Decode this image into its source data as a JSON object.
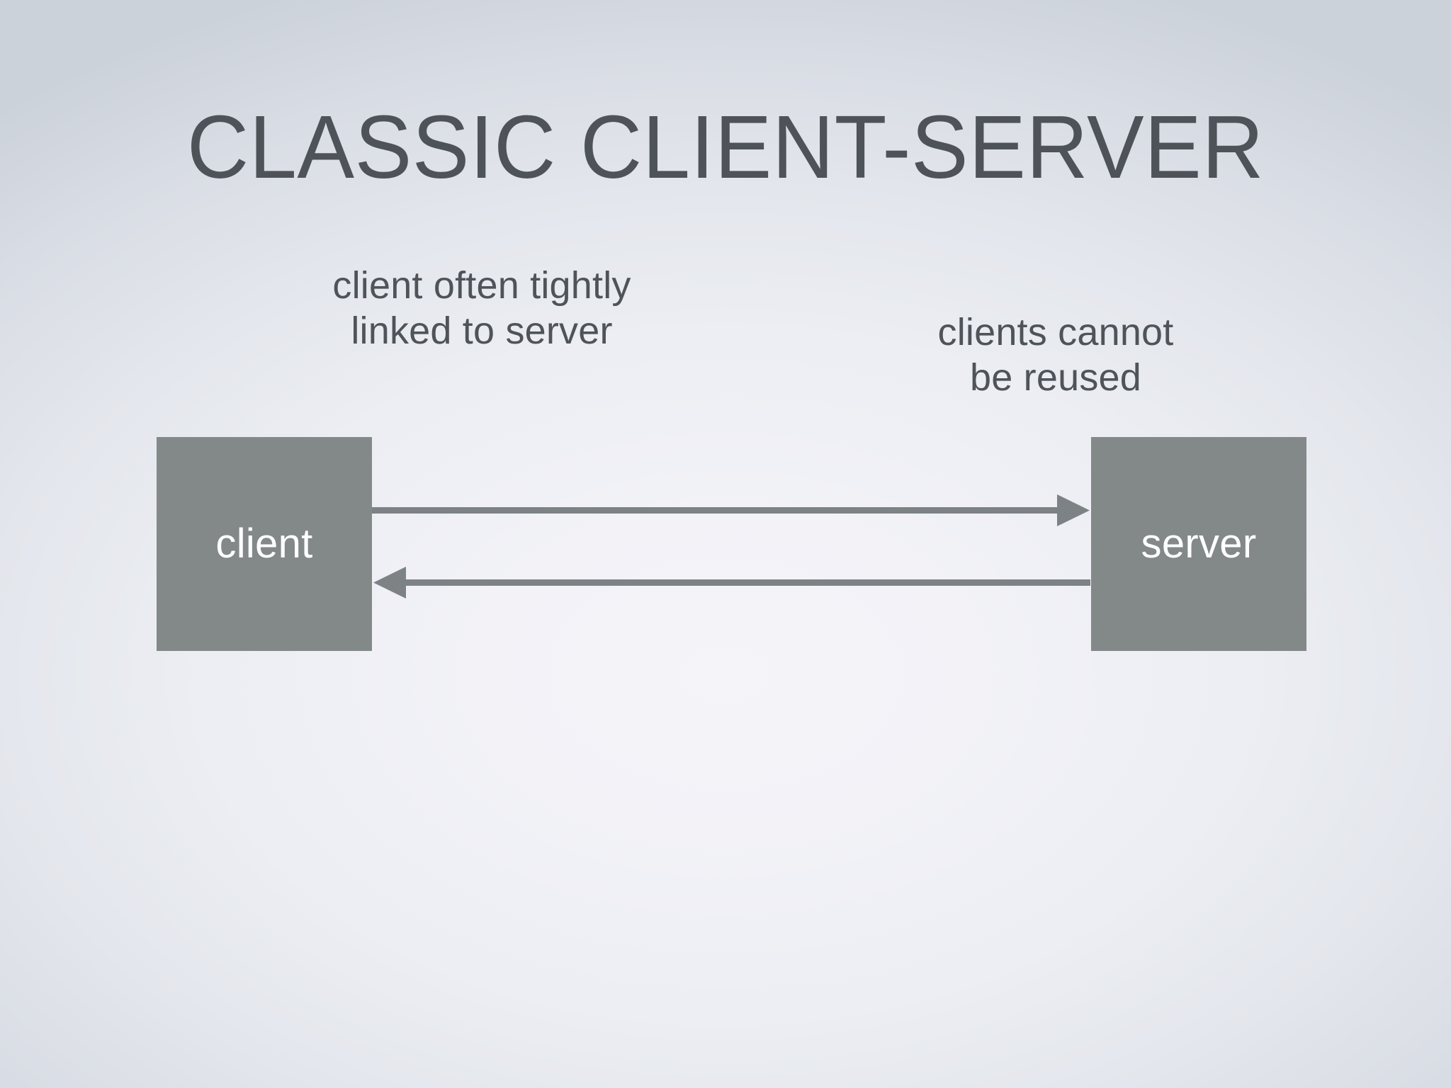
{
  "slide": {
    "title": "CLASSIC CLIENT-SERVER",
    "background_center_color": "#f4f3f8",
    "background_edge_color": "#ccd2da",
    "title_color": "#4e5359"
  },
  "annotations": {
    "left": {
      "line1": "client often tightly",
      "line2": "linked to server",
      "color": "#4f545a"
    },
    "right": {
      "line1": "clients cannot",
      "line2": "be reused",
      "color": "#4f545a"
    }
  },
  "diagram": {
    "nodes": [
      {
        "id": "client",
        "label": "client",
        "fill": "#828988",
        "label_color": "#ffffff"
      },
      {
        "id": "server",
        "label": "server",
        "fill": "#828988",
        "label_color": "#ffffff"
      }
    ],
    "arrows": [
      {
        "id": "request",
        "from": "client",
        "to": "server",
        "direction": "right",
        "color": "#7d8285"
      },
      {
        "id": "response",
        "from": "server",
        "to": "client",
        "direction": "left",
        "color": "#7d8285"
      }
    ]
  }
}
